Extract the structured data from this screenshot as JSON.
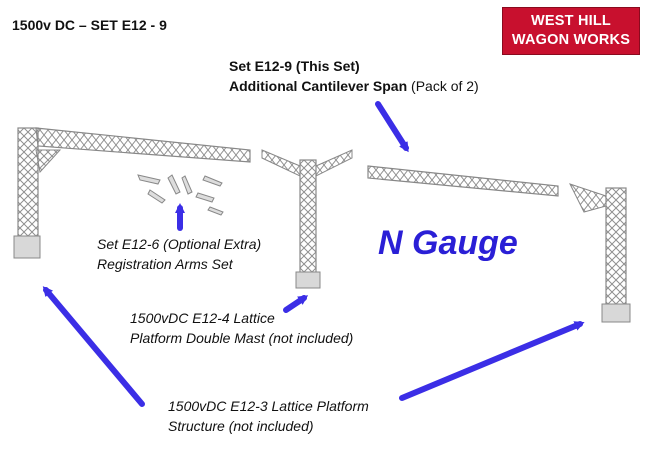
{
  "header": {
    "title": "1500v DC – SET E12 - 9"
  },
  "logo": {
    "line1": "WEST HILL",
    "line2": "WAGON WORKS",
    "bg_color": "#c8102e"
  },
  "this_set": {
    "title": "Set E12-9 (This Set)",
    "name": "Additional Cantilever Span",
    "pack": " (Pack of 2)"
  },
  "optional": {
    "line1": "Set E12-6 (Optional Extra)",
    "line2": "Registration Arms Set"
  },
  "double_mast": {
    "line1": "1500vDC E12-4 Lattice",
    "line2": "Platform Double Mast (not included)"
  },
  "structure": {
    "line1": "1500vDC E12-3 Lattice Platform",
    "line2": "Structure (not included)"
  },
  "gauge_label": "N Gauge",
  "colors": {
    "arrow": "#3b2ee6",
    "gauge_text": "#2a1fd6",
    "lattice": "#9a9a9a"
  }
}
